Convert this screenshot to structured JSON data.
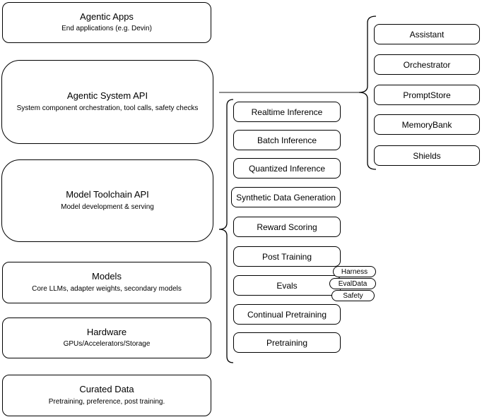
{
  "colors": {
    "box_stroke": "#000000",
    "box_fill": "#ffffff",
    "brace_stroke": "#000000",
    "connector": "#666666"
  },
  "layers": [
    {
      "title": "Agentic Apps",
      "subtitle": "End applications (e.g. Devin)"
    },
    {
      "title": "Agentic System API",
      "subtitle": "System component orchestration, tool calls, safety checks"
    },
    {
      "title": "Model Toolchain API",
      "subtitle": "Model development & serving"
    },
    {
      "title": "Models",
      "subtitle": "Core LLMs, adapter weights, secondary models"
    },
    {
      "title": "Hardware",
      "subtitle": "GPUs/Accelerators/Storage"
    },
    {
      "title": "Curated Data",
      "subtitle": "Pretraining, preference, post training."
    }
  ],
  "toolchain": {
    "items": [
      "Realtime Inference",
      "Batch Inference",
      "Quantized Inference",
      "Synthetic Data Generation",
      "Reward Scoring",
      "Post Training",
      "Evals",
      "Continual Pretraining",
      "Pretraining"
    ]
  },
  "eval_tags": [
    "Harness",
    "EvalData",
    "Safety"
  ],
  "system_components": [
    "Assistant",
    "Orchestrator",
    "PromptStore",
    "MemoryBank",
    "Shields"
  ]
}
